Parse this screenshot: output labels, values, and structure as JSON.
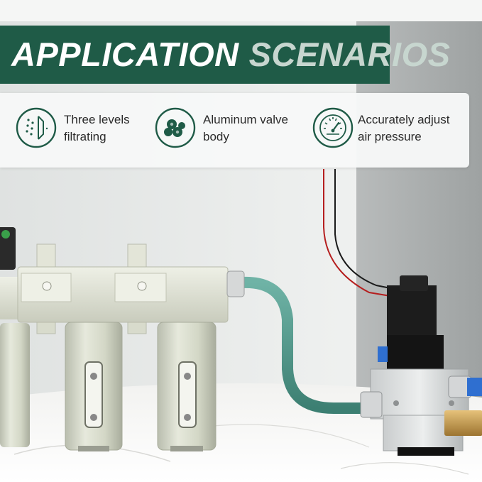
{
  "banner": {
    "word1": "APPLICATION",
    "word2": "SCENARIOS"
  },
  "features": [
    {
      "icon": "filter-levels-icon",
      "line1": "Three levels",
      "line2": "filtrating"
    },
    {
      "icon": "aluminum-valve-body-icon",
      "line1": "Aluminum valve",
      "line2": "body"
    },
    {
      "icon": "pressure-gauge-icon",
      "line1": "Accurately adjust",
      "line2": "air pressure"
    }
  ],
  "colors": {
    "brand_green": "#1f5b47",
    "icon_green": "#1f5b47",
    "text_dark": "#2b2b2b",
    "hose_green": "#4f9a8c"
  }
}
